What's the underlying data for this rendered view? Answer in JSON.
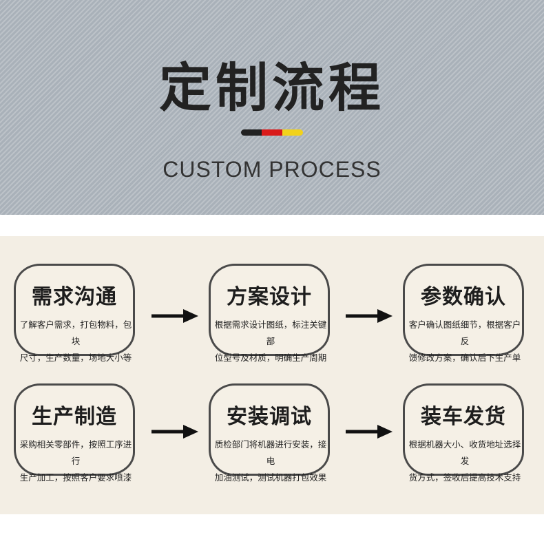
{
  "header": {
    "title": "定制流程",
    "subtitle": "CUSTOM PROCESS",
    "flag_colors": [
      "#222222",
      "#d91a1a",
      "#f2d21b"
    ]
  },
  "steps": [
    {
      "title": "需求沟通",
      "desc": [
        "了解客户需求，打包物料，包块",
        "尺寸，生产数量，场地大小等"
      ]
    },
    {
      "title": "方案设计",
      "desc": [
        "根据需求设计图纸，标注关键部",
        "位型号及材质，明确生产周期"
      ]
    },
    {
      "title": "参数确认",
      "desc": [
        "客户确认图纸细节，根据客户反",
        "馈修改方案，确认后下生产单"
      ]
    },
    {
      "title": "生产制造",
      "desc": [
        "采购相关零部件，按照工序进行",
        "生产加工，按照客户要求喷漆"
      ]
    },
    {
      "title": "安装调试",
      "desc": [
        "质检部门将机器进行安装，接电",
        "加油测试，测试机器打包效果"
      ]
    },
    {
      "title": "装车发货",
      "desc": [
        "根据机器大小、收货地址选择发",
        "货方式，签收后提高技术支持"
      ]
    }
  ],
  "arrow_icon": "right-arrow-icon"
}
